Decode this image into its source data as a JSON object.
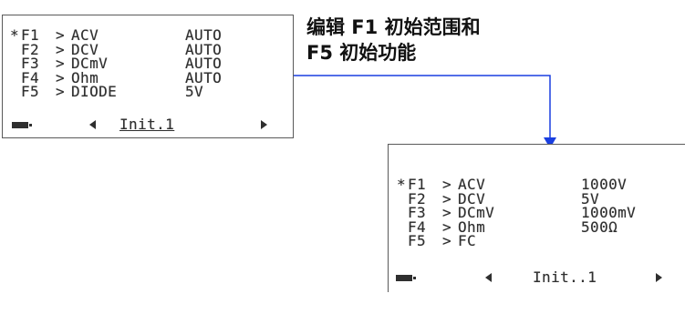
{
  "caption": {
    "line1": "编辑 F1 初始范围和",
    "line2": "F5 初始功能"
  },
  "screen_before": {
    "rows": [
      {
        "star": "*",
        "key": "F1",
        "arrow": ">",
        "func": "ACV",
        "value": "AUTO"
      },
      {
        "star": "",
        "key": "F2",
        "arrow": ">",
        "func": "DCV",
        "value": "AUTO"
      },
      {
        "star": "",
        "key": "F3",
        "arrow": ">",
        "func": "DCmV",
        "value": "AUTO"
      },
      {
        "star": "",
        "key": "F4",
        "arrow": ">",
        "func": "Ohm",
        "value": "AUTO"
      },
      {
        "star": "",
        "key": "F5",
        "arrow": ">",
        "func": "DIODE",
        "value": "5V"
      }
    ],
    "page_label": "Init.1"
  },
  "screen_after": {
    "rows": [
      {
        "star": "*",
        "key": "F1",
        "arrow": ">",
        "func": "ACV",
        "value": "1000V"
      },
      {
        "star": "",
        "key": "F2",
        "arrow": ">",
        "func": "DCV",
        "value": "5V"
      },
      {
        "star": "",
        "key": "F3",
        "arrow": ">",
        "func": "DCmV",
        "value": "1000mV"
      },
      {
        "star": "",
        "key": "F4",
        "arrow": ">",
        "func": "Ohm",
        "value": "500Ω"
      },
      {
        "star": "",
        "key": "F5",
        "arrow": ">",
        "func": "FC",
        "value": ""
      }
    ],
    "page_label": "Init..1"
  },
  "colors": {
    "lcd_text": "#2f2f2f",
    "connector_arrow": "#1a3fe0",
    "caption_text": "#111111"
  },
  "icons": {
    "battery": "battery-icon",
    "prev": "triangle-left-icon",
    "next": "triangle-right-icon"
  }
}
